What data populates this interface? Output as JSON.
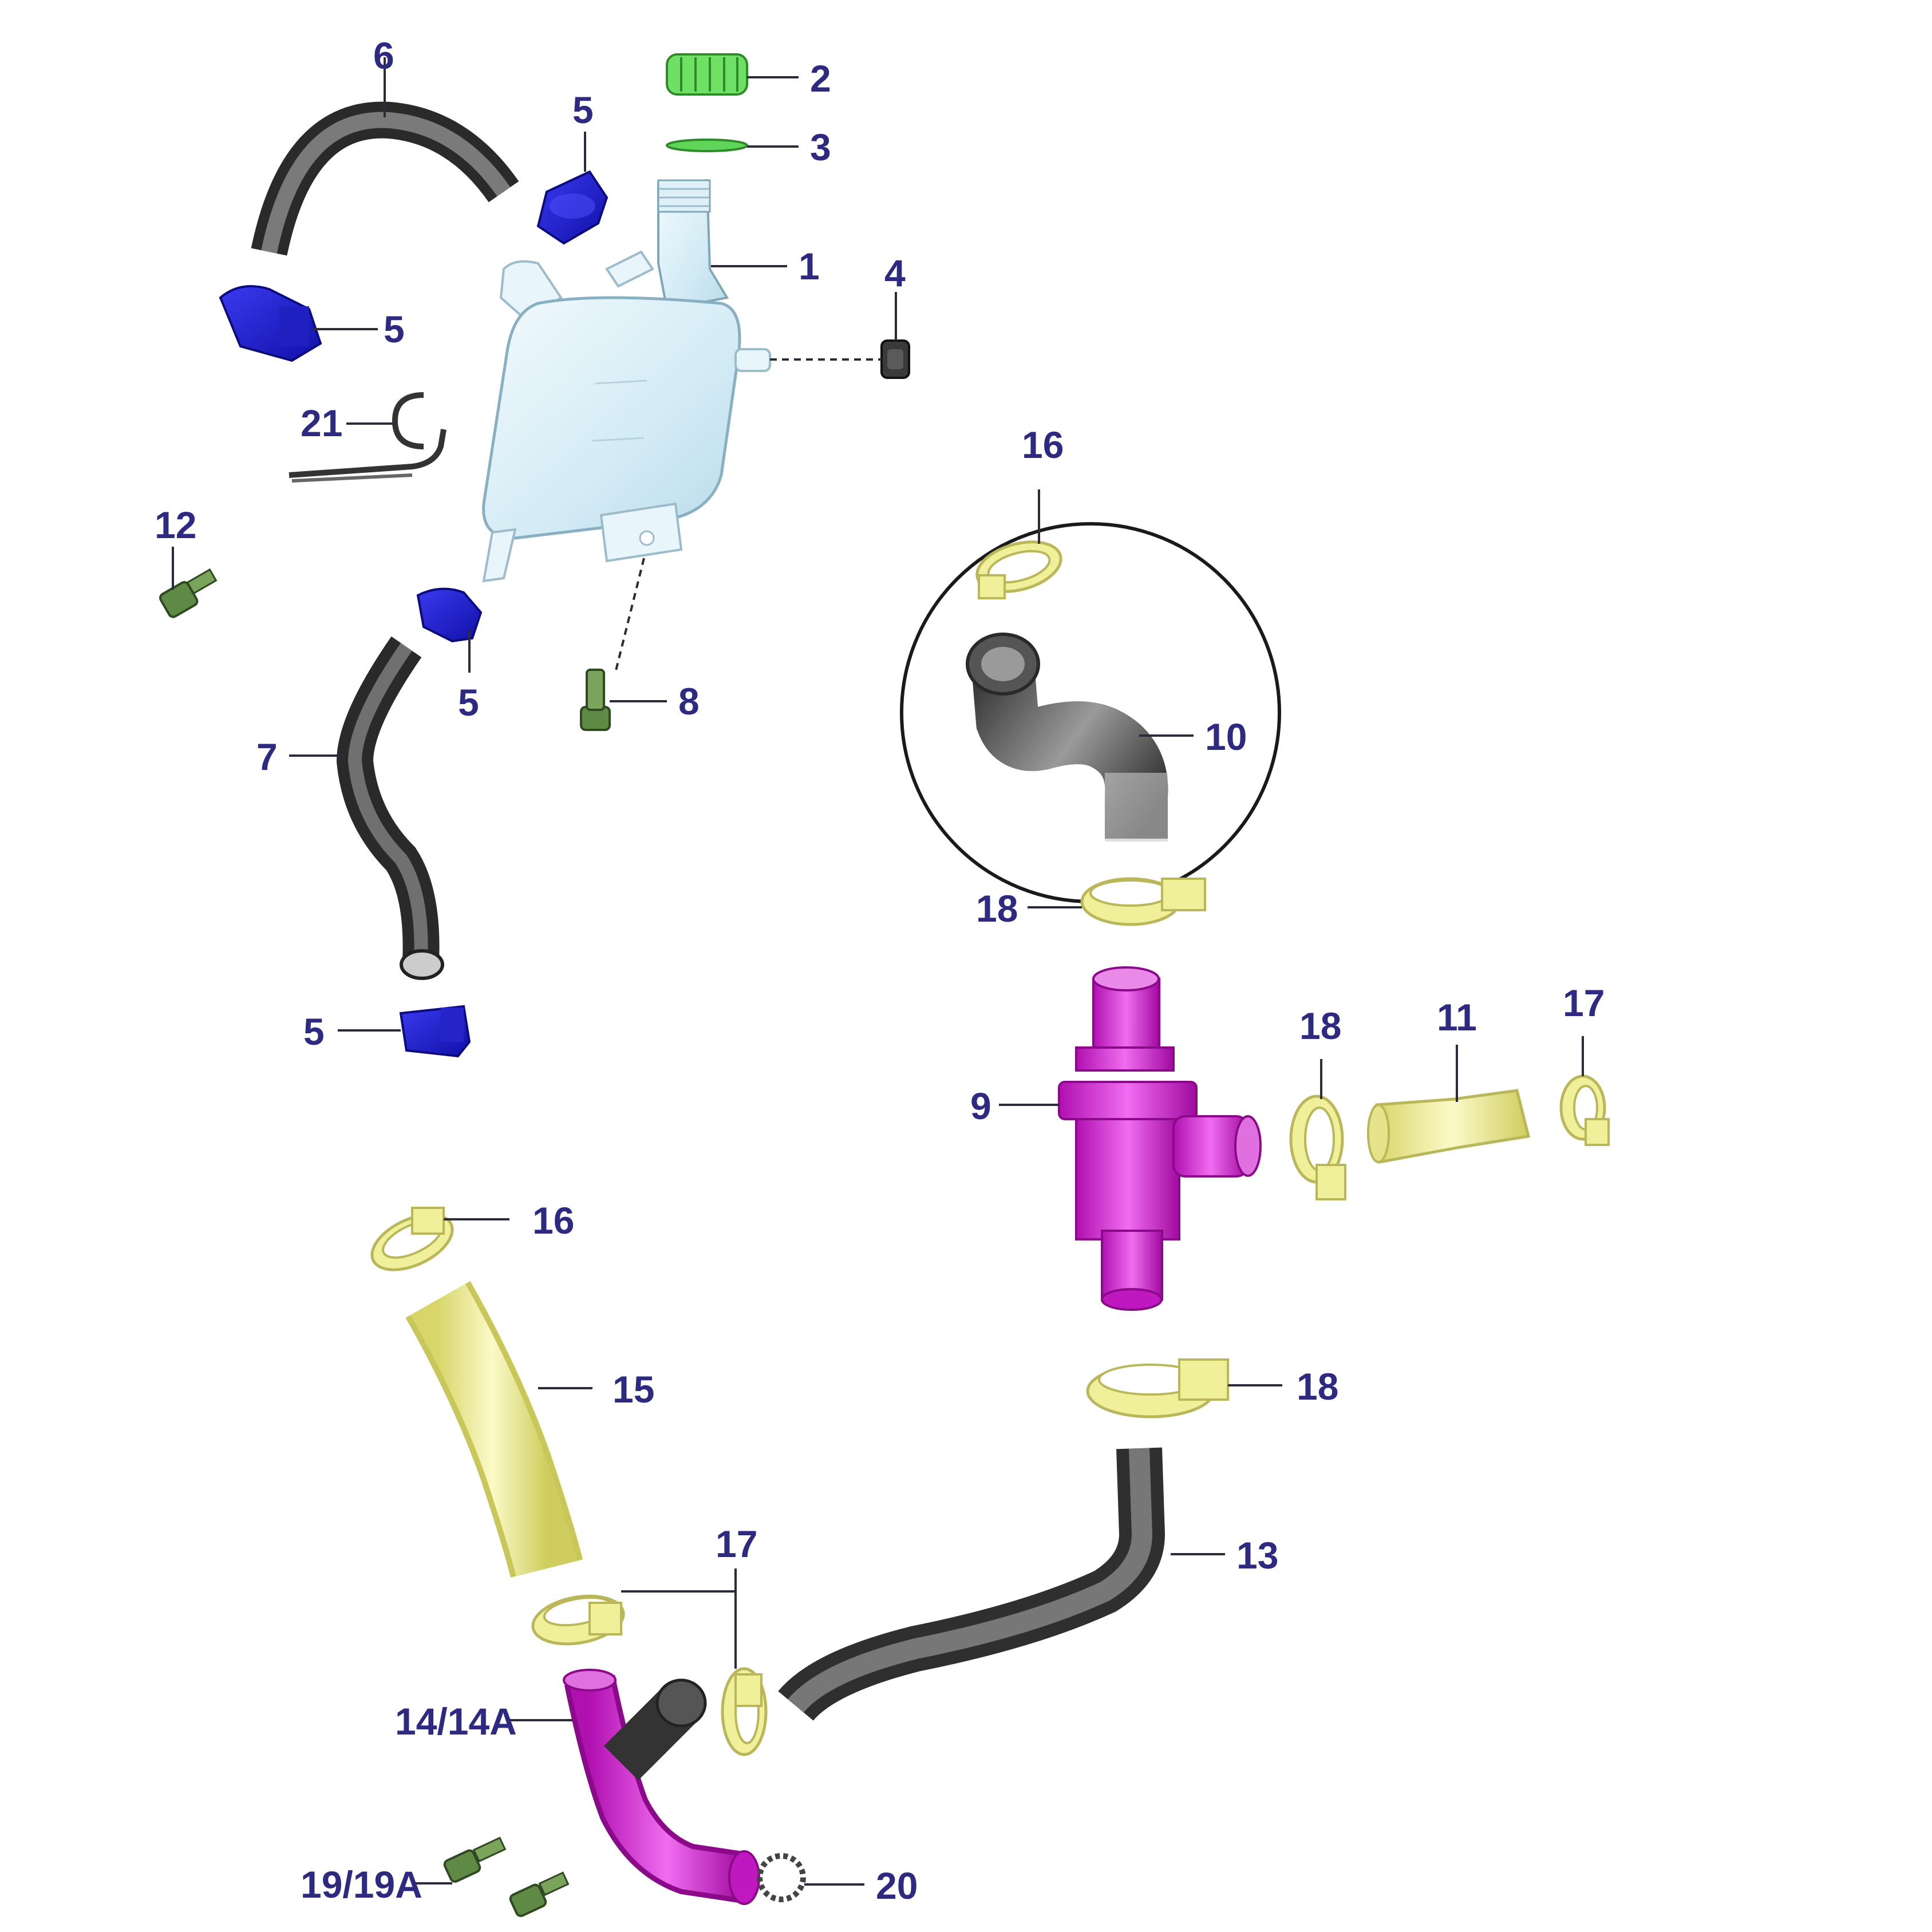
{
  "colors": {
    "callout_text": "#2e2a82",
    "clamp_blue": "#1f1fd6",
    "clamp_yellow": "#f0ef9a",
    "hose_gray": "#7d7d7d",
    "fitting_magenta": "#d21ccf",
    "hose_yellow": "#f1ef97",
    "bolt_green": "#5f8a45",
    "cap_green": "#5fd65a",
    "tank_blue": "#d9eef7",
    "inset_circle": "#1a1a1a"
  },
  "callouts": {
    "c1": "1",
    "c2": "2",
    "c3": "3",
    "c4": "4",
    "c5a": "5",
    "c5b": "5",
    "c5c": "5",
    "c5d": "5",
    "c6": "6",
    "c7": "7",
    "c8": "8",
    "c9": "9",
    "c10": "10",
    "c11": "11",
    "c12": "12",
    "c13": "13",
    "c14": "14/14A",
    "c15": "15",
    "c16a": "16",
    "c16b": "16",
    "c17a": "17",
    "c17b": "17",
    "c18a": "18",
    "c18b": "18",
    "c18c": "18",
    "c19": "19/19A",
    "c20": "20",
    "c21": "21"
  }
}
